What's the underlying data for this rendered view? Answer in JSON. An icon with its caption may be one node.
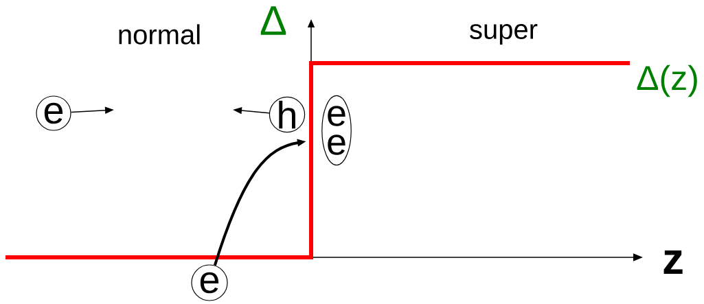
{
  "diagram": {
    "nodes": [
      {
        "text": [
          "e"
        ]
      },
      {
        "text": [
          "h"
        ]
      },
      {
        "text": [
          "e e"
        ]
      },
      {
        "text": [
          "e"
        ]
      }
    ],
    "edges": [
      {
        "from": 0,
        "to": null,
        "arrow": "to"
      },
      {
        "from": 1,
        "to": null,
        "arrow": "to"
      },
      {
        "from": 3,
        "to": null,
        "arrow": "to",
        "style": "thick"
      }
    ],
    "labels": [
      "normal",
      "Δ",
      "super",
      "Δ(z)",
      "z"
    ]
  }
}
